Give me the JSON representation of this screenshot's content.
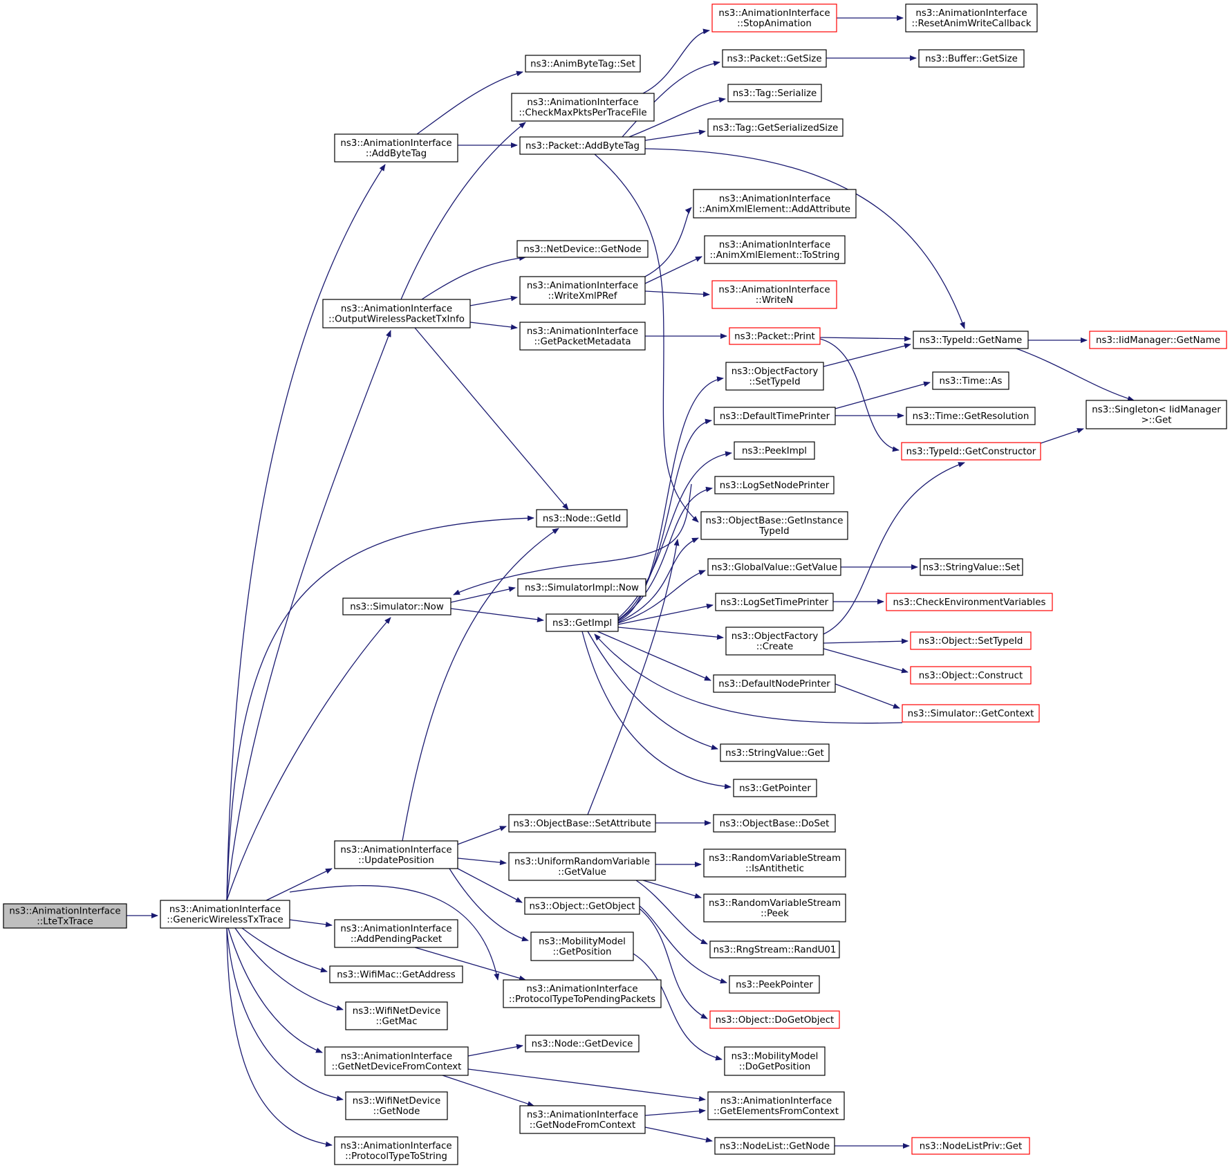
{
  "colors": {
    "edge": "#191970",
    "node_border": "#000000",
    "truncated_border": "#ff0000",
    "root_fill": "#bfbfbf"
  },
  "nodes": [
    {
      "id": "lte",
      "lines": [
        "ns3::AnimationInterface",
        "::LteTxTrace"
      ],
      "root": true
    },
    {
      "id": "gen",
      "lines": [
        "ns3::AnimationInterface",
        "::GenericWirelessTxTrace"
      ]
    },
    {
      "id": "addbt",
      "lines": [
        "ns3::AnimationInterface",
        "::AddByteTag"
      ]
    },
    {
      "id": "owp",
      "lines": [
        "ns3::AnimationInterface",
        "::OutputWirelessPacketTxInfo"
      ]
    },
    {
      "id": "simnow",
      "lines": [
        "ns3::Simulator::Now"
      ]
    },
    {
      "id": "updpos",
      "lines": [
        "ns3::AnimationInterface",
        "::UpdatePosition"
      ]
    },
    {
      "id": "addpend",
      "lines": [
        "ns3::AnimationInterface",
        "::AddPendingPacket"
      ]
    },
    {
      "id": "wmaddr",
      "lines": [
        "ns3::WifiMac::GetAddress"
      ]
    },
    {
      "id": "wndmac",
      "lines": [
        "ns3::WifiNetDevice",
        "::GetMac"
      ]
    },
    {
      "id": "getndfc",
      "lines": [
        "ns3::AnimationInterface",
        "::GetNetDeviceFromContext"
      ]
    },
    {
      "id": "wndnode",
      "lines": [
        "ns3::WifiNetDevice",
        "::GetNode"
      ]
    },
    {
      "id": "pts",
      "lines": [
        "ns3::AnimationInterface",
        "::ProtocolTypeToString"
      ]
    },
    {
      "id": "abtset",
      "lines": [
        "ns3::AnimByteTag::Set"
      ]
    },
    {
      "id": "cmp",
      "lines": [
        "ns3::AnimationInterface",
        "::CheckMaxPktsPerTraceFile"
      ]
    },
    {
      "id": "pabt",
      "lines": [
        "ns3::Packet::AddByteTag"
      ]
    },
    {
      "id": "ndgn",
      "lines": [
        "ns3::NetDevice::GetNode"
      ]
    },
    {
      "id": "wxp",
      "lines": [
        "ns3::AnimationInterface",
        "::WriteXmlPRef"
      ]
    },
    {
      "id": "gpm",
      "lines": [
        "ns3::AnimationInterface",
        "::GetPacketMetadata"
      ]
    },
    {
      "id": "nodeid",
      "lines": [
        "ns3::Node::GetId"
      ]
    },
    {
      "id": "simimpnow",
      "lines": [
        "ns3::SimulatorImpl::Now"
      ]
    },
    {
      "id": "getimpl",
      "lines": [
        "ns3::GetImpl"
      ]
    },
    {
      "id": "obsa",
      "lines": [
        "ns3::ObjectBase::SetAttribute"
      ]
    },
    {
      "id": "urvgv",
      "lines": [
        "ns3::UniformRandomVariable",
        "::GetValue"
      ]
    },
    {
      "id": "ogo",
      "lines": [
        "ns3::Object::GetObject"
      ]
    },
    {
      "id": "mmgp",
      "lines": [
        "ns3::MobilityModel",
        "::GetPosition"
      ]
    },
    {
      "id": "ptpp",
      "lines": [
        "ns3::AnimationInterface",
        "::ProtocolTypeToPendingPackets"
      ]
    },
    {
      "id": "ngd",
      "lines": [
        "ns3::Node::GetDevice"
      ]
    },
    {
      "id": "gnfc",
      "lines": [
        "ns3::AnimationInterface",
        "::GetNodeFromContext"
      ]
    },
    {
      "id": "stopanim",
      "lines": [
        "ns3::AnimationInterface",
        "::StopAnimation"
      ],
      "red": true
    },
    {
      "id": "pgs",
      "lines": [
        "ns3::Packet::GetSize"
      ]
    },
    {
      "id": "tagser",
      "lines": [
        "ns3::Tag::Serialize"
      ]
    },
    {
      "id": "tgss",
      "lines": [
        "ns3::Tag::GetSerializedSize"
      ]
    },
    {
      "id": "axaa",
      "lines": [
        "ns3::AnimationInterface",
        "::AnimXmlElement::AddAttribute"
      ]
    },
    {
      "id": "axts",
      "lines": [
        "ns3::AnimationInterface",
        "::AnimXmlElement::ToString"
      ]
    },
    {
      "id": "writen",
      "lines": [
        "ns3::AnimationInterface",
        "::WriteN"
      ],
      "red": true
    },
    {
      "id": "pprint",
      "lines": [
        "ns3::Packet::Print"
      ],
      "red": true
    },
    {
      "id": "ofst",
      "lines": [
        "ns3::ObjectFactory",
        "::SetTypeId"
      ]
    },
    {
      "id": "dtp",
      "lines": [
        "ns3::DefaultTimePrinter"
      ]
    },
    {
      "id": "peekimpl",
      "lines": [
        "ns3::PeekImpl"
      ]
    },
    {
      "id": "lsnp",
      "lines": [
        "ns3::LogSetNodePrinter"
      ]
    },
    {
      "id": "obgit",
      "lines": [
        "ns3::ObjectBase::GetInstance",
        "TypeId"
      ]
    },
    {
      "id": "gvgv",
      "lines": [
        "ns3::GlobalValue::GetValue"
      ]
    },
    {
      "id": "lstp",
      "lines": [
        "ns3::LogSetTimePrinter"
      ]
    },
    {
      "id": "ofc",
      "lines": [
        "ns3::ObjectFactory",
        "::Create"
      ]
    },
    {
      "id": "dnp",
      "lines": [
        "ns3::DefaultNodePrinter"
      ]
    },
    {
      "id": "svget",
      "lines": [
        "ns3::StringValue::Get"
      ]
    },
    {
      "id": "getptr",
      "lines": [
        "ns3::GetPointer"
      ]
    },
    {
      "id": "obdoset",
      "lines": [
        "ns3::ObjectBase::DoSet"
      ]
    },
    {
      "id": "rvsia",
      "lines": [
        "ns3::RandomVariableStream",
        "::IsAntithetic"
      ]
    },
    {
      "id": "rvspeek",
      "lines": [
        "ns3::RandomVariableStream",
        "::Peek"
      ]
    },
    {
      "id": "rsru",
      "lines": [
        "ns3::RngStream::RandU01"
      ]
    },
    {
      "id": "peekptr",
      "lines": [
        "ns3::PeekPointer"
      ]
    },
    {
      "id": "odgo",
      "lines": [
        "ns3::Object::DoGetObject"
      ],
      "red": true
    },
    {
      "id": "mmdgp",
      "lines": [
        "ns3::MobilityModel",
        "::DoGetPosition"
      ]
    },
    {
      "id": "gefc",
      "lines": [
        "ns3::AnimationInterface",
        "::GetElementsFromContext"
      ]
    },
    {
      "id": "nlgn",
      "lines": [
        "ns3::NodeList::GetNode"
      ]
    },
    {
      "id": "rawc",
      "lines": [
        "ns3::AnimationInterface",
        "::ResetAnimWriteCallback"
      ]
    },
    {
      "id": "bgs",
      "lines": [
        "ns3::Buffer::GetSize"
      ]
    },
    {
      "id": "tidgn",
      "lines": [
        "ns3::TypeId::GetName"
      ]
    },
    {
      "id": "timeas",
      "lines": [
        "ns3::Time::As"
      ]
    },
    {
      "id": "timegr",
      "lines": [
        "ns3::Time::GetResolution"
      ]
    },
    {
      "id": "tidgc",
      "lines": [
        "ns3::TypeId::GetConstructor"
      ],
      "red": true
    },
    {
      "id": "svset",
      "lines": [
        "ns3::StringValue::Set"
      ]
    },
    {
      "id": "cev",
      "lines": [
        "ns3::CheckEnvironmentVariables"
      ],
      "red": true
    },
    {
      "id": "ost",
      "lines": [
        "ns3::Object::SetTypeId"
      ],
      "red": true
    },
    {
      "id": "oconst",
      "lines": [
        "ns3::Object::Construct"
      ],
      "red": true
    },
    {
      "id": "simgc",
      "lines": [
        "ns3::Simulator::GetContext"
      ],
      "red": true
    },
    {
      "id": "nlpget",
      "lines": [
        "ns3::NodeListPriv::Get"
      ],
      "red": true
    },
    {
      "id": "iidgn",
      "lines": [
        "ns3::IidManager::GetName"
      ],
      "red": true
    },
    {
      "id": "singget",
      "lines": [
        "ns3::Singleton< IidManager",
        ">::Get"
      ]
    }
  ]
}
